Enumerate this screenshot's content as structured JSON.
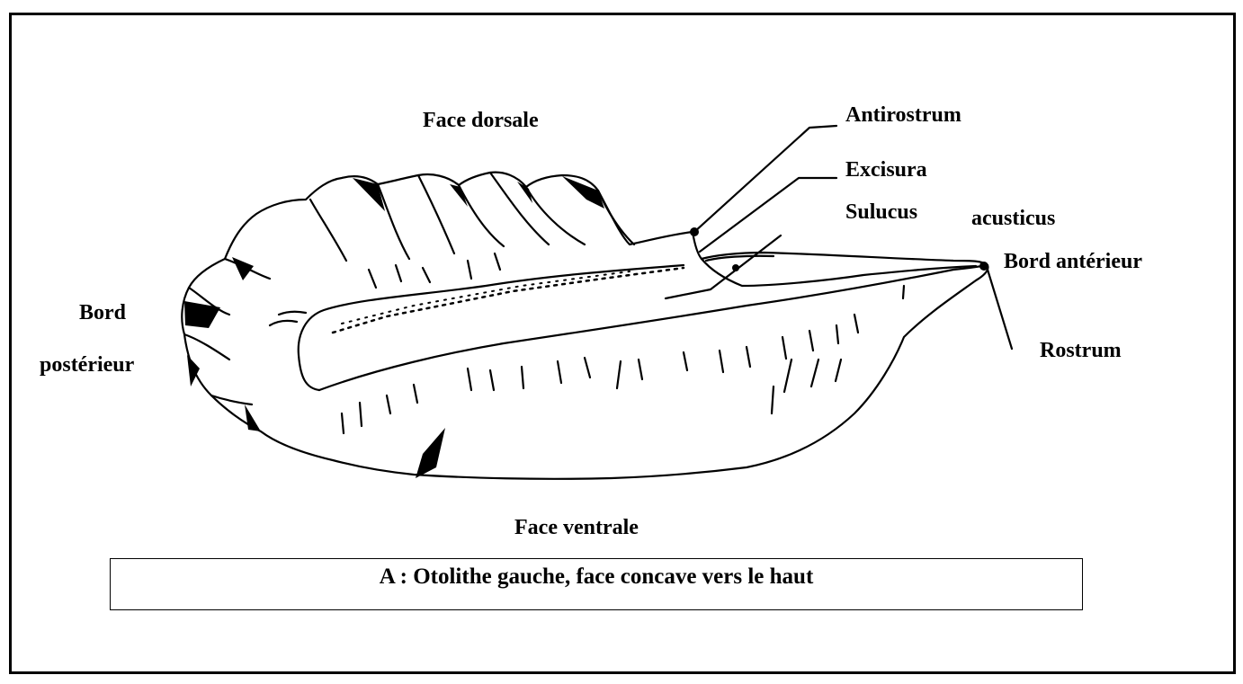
{
  "labels": {
    "face_dorsale": "Face dorsale",
    "face_ventrale": "Face ventrale",
    "bord_posterieur_1": "Bord",
    "bord_posterieur_2": "postérieur",
    "antirostrum": "Antirostrum",
    "excisura": "Excisura",
    "sulcus": "Sulucus",
    "acusticus": "acusticus",
    "bord_anterieur": "Bord antérieur",
    "rostrum": "Rostrum"
  },
  "caption": "A : Otolithe gauche, face concave vers le haut"
}
